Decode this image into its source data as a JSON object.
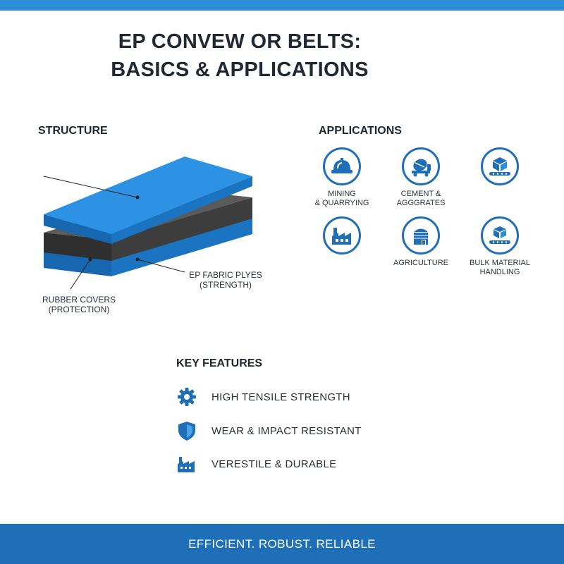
{
  "title": {
    "line1": "EP CONVEW OR BELTS:",
    "line2": "BASICS & APPLICATIONS"
  },
  "colors": {
    "accent_blue": "#2f8fd6",
    "dark_blue": "#1f6fb8",
    "belt_blue": "#1f82d2",
    "belt_dark": "#4a4a4a"
  },
  "structure": {
    "heading": "STRUCTURE",
    "labels": {
      "plies": [
        "EP FABRIC PLYES",
        "(STRENGTH)"
      ],
      "covers": [
        "RUBBER COVERS",
        "(PROTECTION)"
      ]
    }
  },
  "applications": {
    "heading": "APPLICATIONS",
    "items": [
      {
        "icon": "hard-hat-icon",
        "label": [
          "MINING",
          "& QUARRYING"
        ]
      },
      {
        "icon": "cement-mixer-icon",
        "label": [
          "CEMENT &",
          "AGGGRATES"
        ]
      },
      {
        "icon": "conveyor-box-icon",
        "label": []
      },
      {
        "icon": "factory-icon",
        "label": []
      },
      {
        "icon": "silo-icon",
        "label": [
          "AGRICULTURE"
        ]
      },
      {
        "icon": "bulk-boxes-icon",
        "label": [
          "BULK MATERIAL",
          "HANDLING"
        ]
      }
    ]
  },
  "features": {
    "heading": "KEY FEATURES",
    "items": [
      {
        "icon": "gear-icon",
        "label": "HIGH TENSILE STRENGTH"
      },
      {
        "icon": "shield-icon",
        "label": "WEAR & IMPACT RESISTANT"
      },
      {
        "icon": "factory-icon",
        "label": "VERESTILE & DURABLE"
      }
    ]
  },
  "footer": {
    "tagline": "EFFICIENT. ROBUST. RELIABLE"
  }
}
